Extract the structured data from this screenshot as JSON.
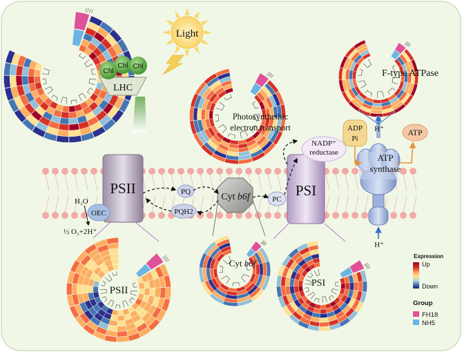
{
  "light": "Light",
  "lhc": {
    "label": "LHC",
    "chl": [
      "Chl",
      "Chl",
      "Chl"
    ]
  },
  "pet": {
    "line1": "Photosynthethic",
    "line2": "electron transport"
  },
  "atpase": {
    "label": "F-type ATPase"
  },
  "complexes": {
    "psii": "PSII",
    "psi": "PSI",
    "cyt_prefix": "Cyt ",
    "cyt_italic": "b6f"
  },
  "carriers": {
    "pq": "PQ",
    "pqh2": "PQH2",
    "pc": "PC",
    "oec": "OEC"
  },
  "reactions": {
    "h2o": "H₂O",
    "o2": "½ O₂+2H⁺",
    "nadp_line1": "NADP⁺",
    "nadp_line2": "reductase"
  },
  "atp": {
    "adp": "ADP",
    "pi": "Pi",
    "atp": "ATP",
    "synthase_line1": "ATP",
    "synthase_line2": "synthase",
    "h_top": "H⁺",
    "h_bottom": "H⁺"
  },
  "heatmaps": {
    "psii": "PSII",
    "cyt_prefix": "Cyt ",
    "cyt_italic": "b6f",
    "psi": "PSI"
  },
  "legend": {
    "expression_title": "Expression",
    "up": "Up",
    "down": "Down",
    "group_title": "Group",
    "groups": [
      "FH18",
      "NH5"
    ]
  },
  "colors": {
    "group_fh18": "#e0519a",
    "group_nh5": "#6cb4e3",
    "background": "#f1f7e6",
    "membrane": "#f2aaa6",
    "up": "#b2182b",
    "down": "#313695"
  },
  "heatmap_data": {
    "lhc": [
      [
        5,
        4,
        7,
        6,
        5,
        4,
        3,
        2,
        5,
        6,
        4,
        5,
        6,
        7,
        5,
        4,
        6,
        5,
        4,
        5,
        6,
        5,
        4,
        3
      ],
      [
        4,
        5,
        6,
        5,
        4,
        5,
        6,
        4,
        5,
        4,
        6,
        5,
        4,
        5,
        6,
        5,
        4,
        6,
        5,
        4,
        5,
        6,
        5,
        4
      ],
      [
        1,
        2,
        1,
        2,
        1,
        3,
        2,
        1,
        2,
        1,
        2,
        3,
        1,
        2,
        1,
        2,
        1,
        3,
        2,
        1,
        2,
        1,
        2,
        1
      ],
      [
        6,
        7,
        6,
        5,
        6,
        7,
        6,
        5,
        6,
        7,
        6,
        5,
        6,
        7,
        6,
        5,
        6,
        7,
        6,
        5,
        6,
        7,
        6,
        5
      ],
      [
        3,
        4,
        3,
        4,
        2,
        3,
        4,
        3,
        4,
        3,
        2,
        3,
        4,
        3,
        4,
        3,
        2,
        3,
        4,
        3,
        4,
        3,
        2,
        3
      ],
      [
        0,
        1,
        0,
        1,
        0,
        1,
        0,
        0,
        1,
        0,
        1,
        0,
        1,
        0,
        0,
        1,
        0,
        1,
        0,
        1,
        0,
        0,
        1,
        0
      ]
    ],
    "pet": [
      [
        6,
        7,
        6,
        5,
        6,
        7,
        6,
        5,
        6,
        7,
        6,
        5,
        6,
        7,
        6,
        5,
        6,
        7
      ],
      [
        5,
        4,
        5,
        6,
        5,
        4,
        5,
        6,
        5,
        4,
        5,
        6,
        5,
        4,
        5,
        6,
        5,
        4
      ],
      [
        4,
        5,
        4,
        5,
        4,
        5,
        4,
        5,
        4,
        5,
        4,
        5,
        4,
        5,
        4,
        5,
        4,
        5
      ],
      [
        3,
        2,
        1,
        3,
        2,
        4,
        3,
        2,
        3,
        4,
        3,
        2,
        1,
        3,
        2,
        4,
        3,
        2
      ],
      [
        1,
        0,
        1,
        2,
        1,
        0,
        1,
        2,
        1,
        0,
        1,
        2,
        1,
        0,
        1,
        2,
        1,
        0
      ],
      [
        6,
        5,
        6,
        5,
        6,
        5,
        6,
        5,
        6,
        5,
        6,
        5,
        6,
        5,
        6,
        5,
        6,
        5
      ]
    ],
    "atp": [
      [
        6,
        6,
        5,
        6,
        6,
        5,
        6,
        6,
        5,
        6,
        6,
        5,
        6,
        6,
        5,
        6
      ],
      [
        1,
        2,
        1,
        2,
        1,
        2,
        1,
        2,
        1,
        2,
        1,
        2,
        1,
        2,
        1,
        2
      ],
      [
        5,
        4,
        5,
        4,
        5,
        4,
        5,
        4,
        5,
        4,
        5,
        4,
        5,
        4,
        5,
        4
      ],
      [
        3,
        4,
        3,
        4,
        3,
        4,
        3,
        4,
        3,
        4,
        3,
        4,
        3,
        4,
        3,
        4
      ],
      [
        6,
        7,
        6,
        7,
        6,
        7,
        6,
        7,
        6,
        7,
        6,
        7,
        6,
        7,
        6,
        7
      ]
    ],
    "psii": [
      [
        3,
        4,
        3,
        4,
        5,
        4,
        3,
        4,
        3,
        4,
        0,
        1,
        0,
        1,
        0,
        1,
        2,
        3,
        4,
        3,
        4,
        3
      ],
      [
        4,
        3,
        4,
        3,
        4,
        3,
        4,
        3,
        4,
        3,
        0,
        0,
        1,
        0,
        1,
        3,
        4,
        3,
        4,
        3,
        4,
        3
      ],
      [
        4,
        4,
        3,
        4,
        4,
        3,
        4,
        4,
        3,
        4,
        1,
        0,
        1,
        0,
        4,
        3,
        4,
        4,
        3,
        4,
        4,
        3
      ],
      [
        3,
        4,
        4,
        3,
        4,
        4,
        3,
        4,
        4,
        3,
        2,
        1,
        0,
        1,
        4,
        3,
        4,
        4,
        3,
        4,
        4,
        3
      ],
      [
        5,
        4,
        5,
        4,
        5,
        4,
        5,
        4,
        5,
        4,
        5,
        4,
        5,
        4,
        5,
        4,
        5,
        4,
        5,
        4,
        5,
        4
      ],
      [
        4,
        5,
        4,
        5,
        4,
        5,
        4,
        5,
        4,
        5,
        4,
        5,
        4,
        5,
        4,
        5,
        4,
        5,
        4,
        5,
        4,
        5
      ]
    ],
    "cyt": [
      [
        6,
        5,
        6,
        5,
        6,
        5,
        6,
        5,
        6,
        5,
        6,
        5
      ],
      [
        5,
        6,
        5,
        6,
        5,
        6,
        5,
        6,
        5,
        6,
        5,
        6
      ],
      [
        1,
        0,
        1,
        0,
        1,
        0,
        1,
        0,
        1,
        0,
        1,
        0
      ],
      [
        4,
        5,
        4,
        5,
        4,
        5,
        4,
        5,
        4,
        5,
        4,
        5
      ],
      [
        2,
        1,
        2,
        3,
        2,
        1,
        2,
        3,
        2,
        1,
        2,
        3
      ]
    ],
    "psi": [
      [
        6,
        7,
        6,
        5,
        6,
        7,
        6,
        5,
        6,
        7,
        6,
        5,
        6,
        7,
        6,
        5,
        6,
        7,
        6,
        5
      ],
      [
        5,
        6,
        5,
        6,
        5,
        6,
        5,
        6,
        5,
        6,
        5,
        6,
        5,
        6,
        5,
        6,
        5,
        6,
        5,
        6
      ],
      [
        1,
        0,
        1,
        0,
        1,
        0,
        1,
        0,
        1,
        0,
        1,
        0,
        1,
        0,
        1,
        0,
        1,
        0,
        1,
        0
      ],
      [
        4,
        5,
        4,
        3,
        4,
        5,
        4,
        3,
        4,
        5,
        4,
        3,
        4,
        5,
        4,
        3,
        4,
        5,
        4,
        3
      ],
      [
        6,
        5,
        6,
        5,
        6,
        5,
        6,
        5,
        6,
        5,
        6,
        5,
        6,
        5,
        6,
        5,
        6,
        5,
        6,
        5
      ],
      [
        2,
        1,
        2,
        3,
        2,
        1,
        2,
        3,
        2,
        1,
        2,
        3,
        2,
        1,
        2,
        3,
        2,
        1,
        2,
        3
      ]
    ]
  }
}
